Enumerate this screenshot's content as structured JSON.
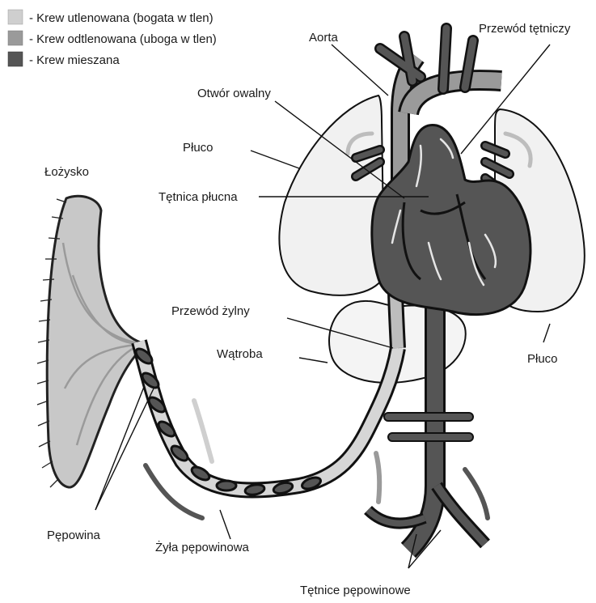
{
  "legend": {
    "items": [
      {
        "label": "- Krew utlenowana (bogata w tlen)",
        "color": "#cfcfcf"
      },
      {
        "label": "- Krew odtlenowana (uboga w tlen)",
        "color": "#9a9a9a"
      },
      {
        "label": "- Krew mieszana",
        "color": "#555555"
      }
    ]
  },
  "labels": {
    "aorta": "Aorta",
    "przewod_tetniczy": "Przewód tętniczy",
    "otwor_owalny": "Otwór owalny",
    "pluco_left": "Płuco",
    "lozysko": "Łożysko",
    "tetnica_plucna": "Tętnica płucna",
    "przewod_zylny": "Przewód żylny",
    "watroba": "Wątroba",
    "pluco_right": "Płuco",
    "pepowina": "Pępowina",
    "zyla_pepowinowa": "Żyła pępowinowa",
    "tetnice_pepowinowe": "Tętnice pępowinowe"
  },
  "colors": {
    "oxygenated": "#cfcfcf",
    "deoxygenated": "#9a9a9a",
    "mixed": "#555555",
    "outline": "#111111",
    "lung": "#f1f1f1"
  }
}
